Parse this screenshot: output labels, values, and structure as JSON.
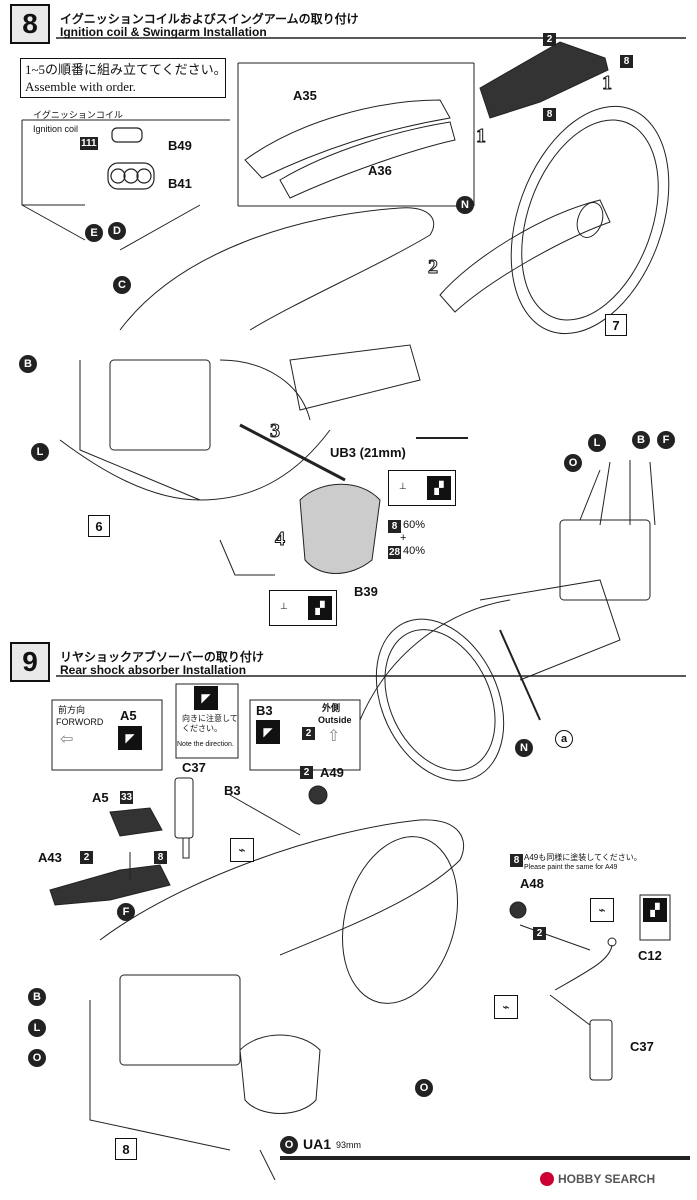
{
  "step8": {
    "number": "8",
    "title_jp": "イグニッションコイルおよびスイングアームの取り付け",
    "title_en": "Ignition coil & Swingarm Installation",
    "order_jp": "1~5の順番に組み立ててください。",
    "order_en": "Assemble with order.",
    "inset_label_jp": "イグニッションコイル",
    "inset_label_en": "Ignition coil",
    "parts": {
      "a35": "A35",
      "a36": "A36",
      "b49": "B49",
      "b41": "B41",
      "b39": "B39",
      "ub3": "UB3 (21mm)",
      "n": "N",
      "e": "E",
      "d": "D",
      "c": "C",
      "b": "B",
      "l": "L",
      "o": "O",
      "f": "F",
      "a": "a"
    },
    "callouts": {
      "c111": "111",
      "c2": "2",
      "c8a": "8",
      "c8b": "8",
      "c6": "6",
      "c7": "7",
      "c28": "28",
      "c8c": "8"
    },
    "order_marks": {
      "m1a": "1",
      "m1b": "1",
      "m2": "2",
      "m3": "3",
      "m4": "4"
    },
    "paint_mix": {
      "p1": "60%",
      "plus": "+",
      "p2": "40%"
    }
  },
  "step9": {
    "number": "9",
    "title_jp": "リヤショックアブソーバーの取り付け",
    "title_en": "Rear shock absorber Installation",
    "forward_jp": "前方向",
    "forward_en": "FORWORD",
    "direction_jp": "向きに注意して\nください。",
    "direction_en": "Note the direction.",
    "outside_jp": "外側",
    "outside_en": "Outside",
    "paint_note_jp": "A49も同様に塗装してください。",
    "paint_note_en": "Please paint the same for A49",
    "parts": {
      "a5a": "A5",
      "a5b": "A5",
      "c37a": "C37",
      "c37b": "C37",
      "b3a": "B3",
      "b3b": "B3",
      "a49": "A49",
      "a43": "A43",
      "a48": "A48",
      "c12": "C12",
      "f": "F",
      "b": "B",
      "l": "L",
      "o": "O"
    },
    "callouts": {
      "c33": "33",
      "c8": "8",
      "c2a": "2",
      "c2b": "2",
      "c2c": "2",
      "c2d": "2",
      "c8b": "8",
      "c8c": "8"
    }
  },
  "footer": {
    "part_letter": "O",
    "part_name": "UA1",
    "part_length": "93mm",
    "watermark": "HOBBY SEARCH"
  }
}
